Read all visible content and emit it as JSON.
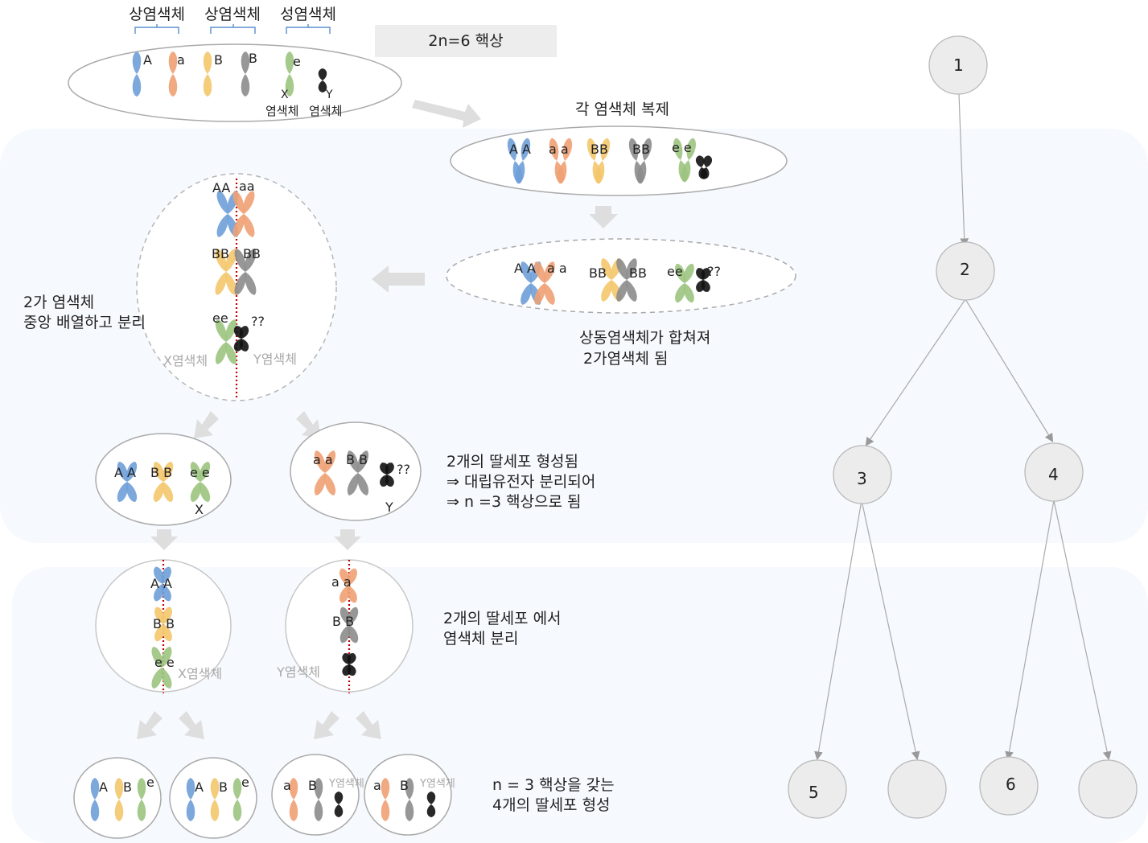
{
  "top": {
    "homolog_label_1": "상염색체",
    "homolog_label_2": "상염색체",
    "sex_label": "성염색체",
    "ploidy_box": "2n=6 핵상",
    "x_caption": "X\n염색체",
    "y_caption": "Y\n염색체",
    "x_mark": "X",
    "y_mark": "Y",
    "x_word": "염색체",
    "y_word": "염색체"
  },
  "steps": {
    "replicate": "각 염색체 복제",
    "synapsis_1": "상동염색체가 합쳐져",
    "synapsis_2": "2가염색체 됨",
    "align_1": "2가 염색체",
    "align_2": "중앙 배열하고 분리",
    "daughter_1": "2개의 딸세포 형성됨",
    "daughter_2": "⇒ 대립유전자 분리되어",
    "daughter_3": "⇒ n =3 핵상으로 됨",
    "sep_1": "2개의 딸세포 에서",
    "sep_2": "염색체 분리",
    "final_1": "n = 3 핵상을 갖는",
    "final_2": "4개의 딸세포 형성"
  },
  "alleles": {
    "A": "A",
    "a": "a",
    "B": "B",
    "e": "e",
    "AA": "AA",
    "aa": "aa",
    "BB": "BB",
    "ee": "ee",
    "qq": "??",
    "A_A": "A A",
    "a_a": "a a",
    "B_B": "B B",
    "e_e": "e e",
    "X": "X",
    "Y": "Y"
  },
  "sex_labels": {
    "x_chromosome": "X염색체",
    "y_chromosome": "Y염색체"
  },
  "tree": {
    "node_1": "1",
    "node_2": "2",
    "node_3": "3",
    "node_4": "4",
    "node_5": "5",
    "node_6": "6",
    "node_blank_1": "",
    "node_blank_2": ""
  },
  "colors": {
    "chrom_A": "#6f9fd8",
    "chrom_a": "#f0a073",
    "chrom_B": "#f3c66b",
    "chrom_b2": "#8c8c8c",
    "chrom_e": "#9cc47f",
    "chrom_dark": "#111111",
    "band": "#f6f9fd",
    "node_fill": "#ececec",
    "node_stroke": "#b9b9b9",
    "arrow": "#dcdcdc",
    "spindle": "#c00000"
  }
}
